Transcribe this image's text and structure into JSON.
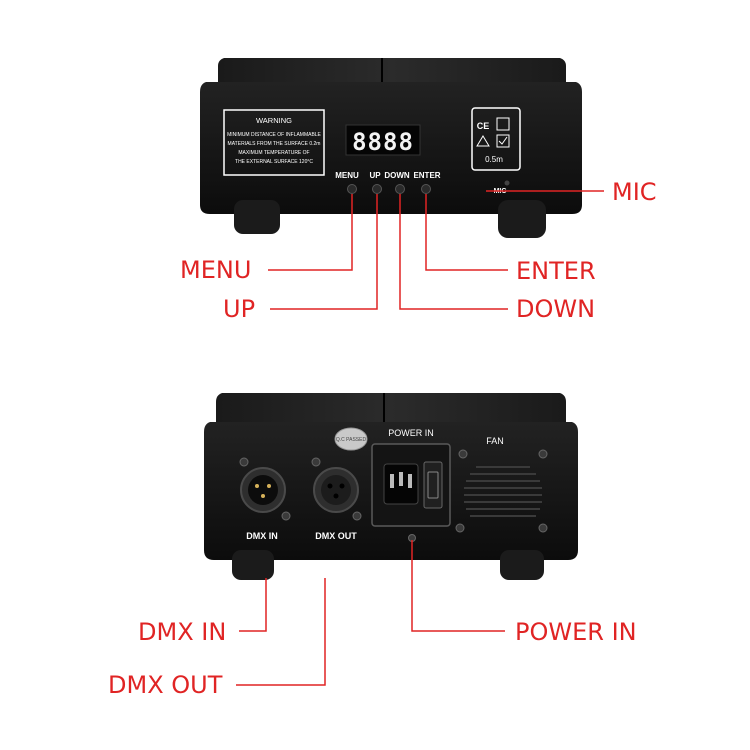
{
  "colors": {
    "callout": "#e02424",
    "device_body": "#141414",
    "panel_label": "#ffffff"
  },
  "top_device": {
    "warning": {
      "title": "WARNING",
      "lines": [
        "MINIMUM DISTANCE OF INFLAMMABLE",
        "MATERIALS FROM THE SURFACE 0.2m",
        "MAXIMUM TEMPERATURE OF",
        "THE EXTERNAL SURFACE 120°C"
      ]
    },
    "display_text": "8888",
    "button_labels": {
      "menu": "MENU",
      "up": "UP",
      "down": "DOWN",
      "enter": "ENTER"
    },
    "mic_label": "MIC",
    "cert": {
      "ce": "CE",
      "distance": "0.5m"
    }
  },
  "bottom_device": {
    "qc_badge": "Q.C PASSED",
    "power_in_label": "POWER IN",
    "fan_label": "FAN",
    "dmx_in_label": "DMX IN",
    "dmx_out_label": "DMX OUT"
  },
  "callouts": {
    "mic": "MIC",
    "menu": "MENU",
    "enter": "ENTER",
    "up": "UP",
    "down": "DOWN",
    "dmx_in": "DMX IN",
    "power_in": "POWER IN",
    "dmx_out": "DMX OUT"
  }
}
